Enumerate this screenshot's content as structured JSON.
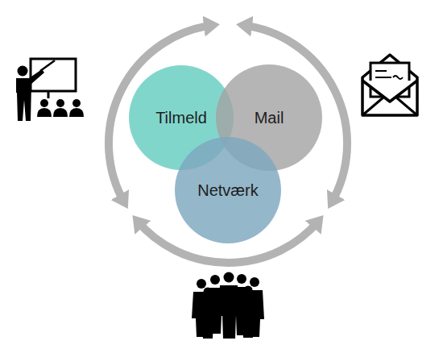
{
  "diagram": {
    "nodes": [
      {
        "text": [
          "Tilmeld"
        ]
      },
      {
        "text": [
          "Mail"
        ]
      },
      {
        "text": [
          "Netværk"
        ]
      }
    ]
  }
}
